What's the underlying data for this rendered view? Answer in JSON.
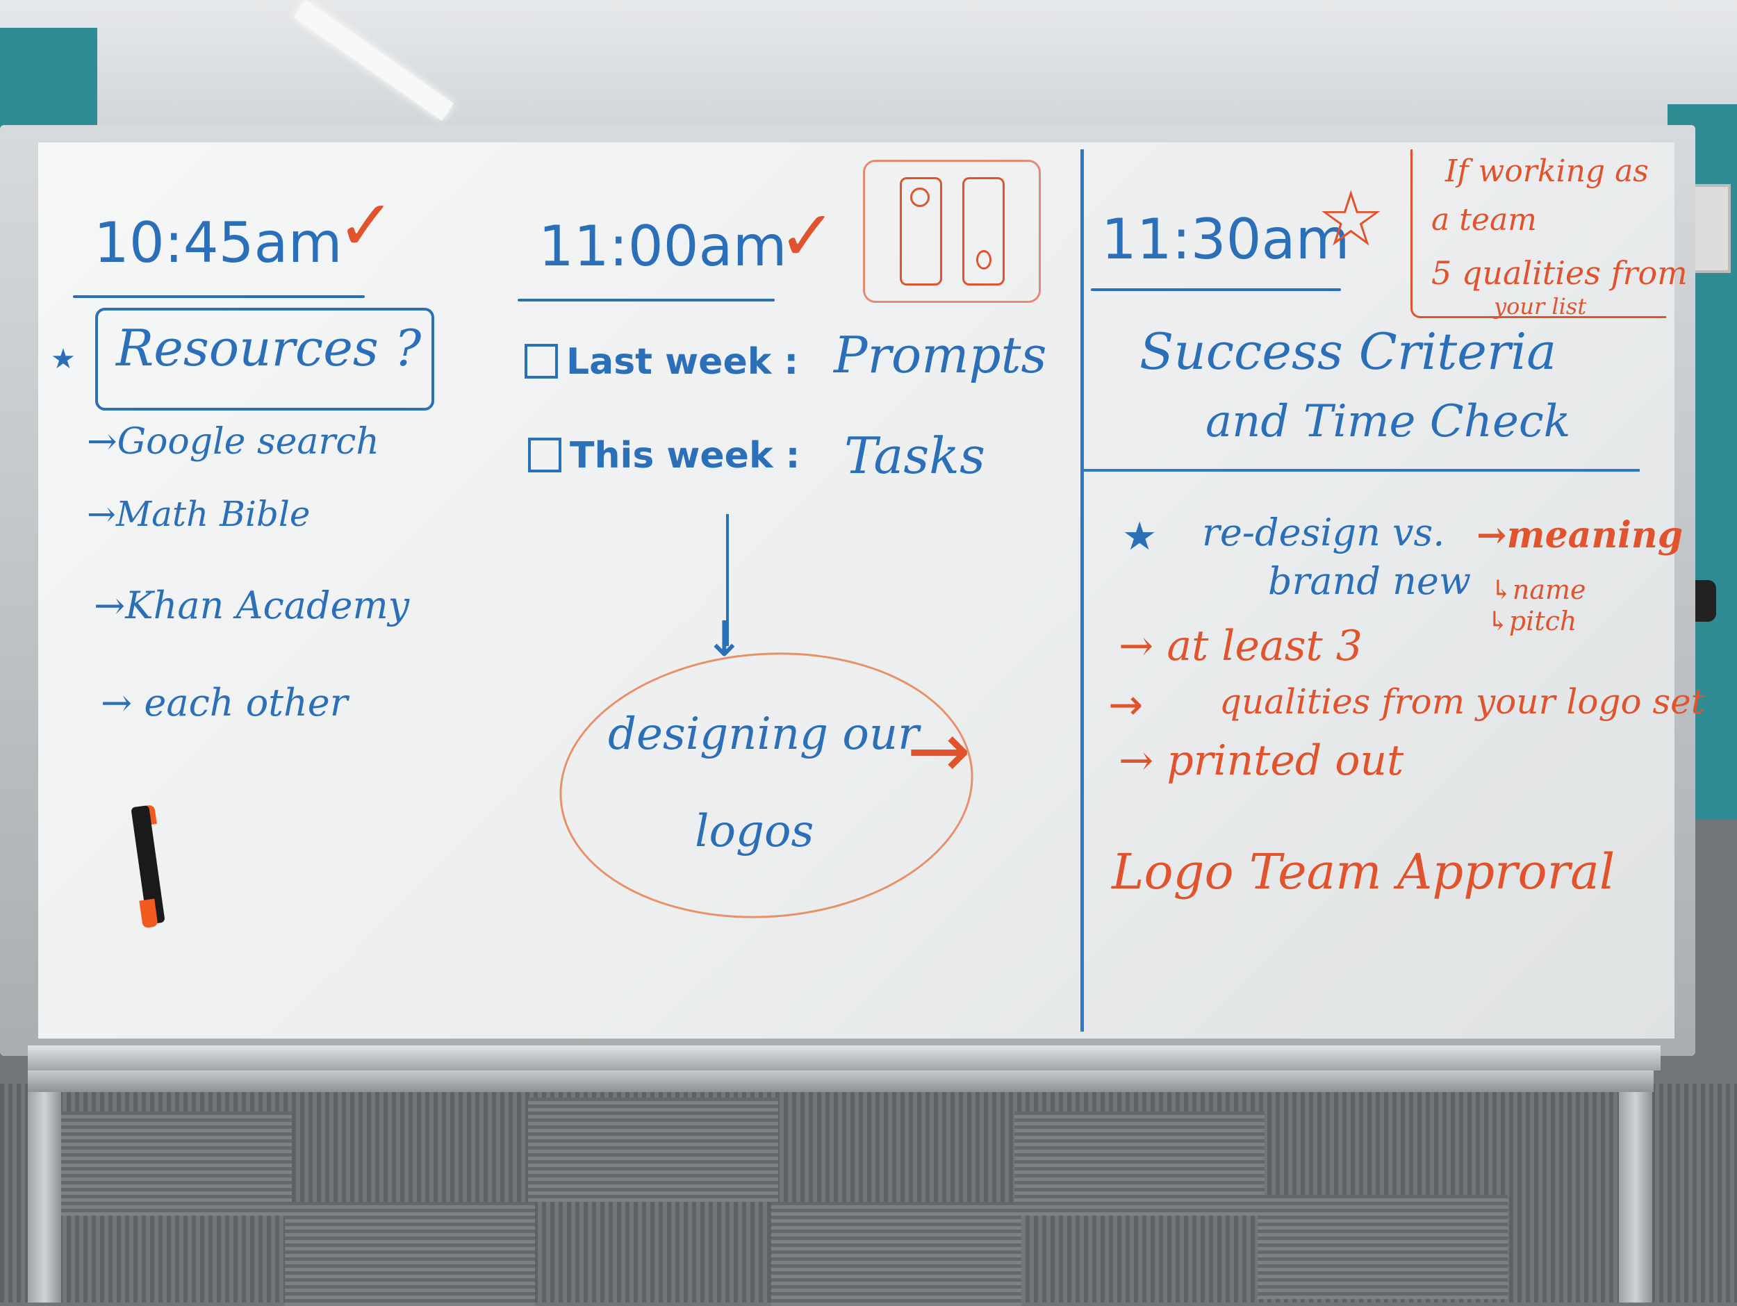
{
  "board": {
    "col1": {
      "time": "10:45am",
      "check": "✓",
      "star": "★",
      "title": "Resources ?",
      "items": [
        "→Google search",
        "→Math Bible",
        "→Khan Academy",
        "→ each other"
      ]
    },
    "col2": {
      "time": "11:00am",
      "check": "✓",
      "line1_label": "Last week :",
      "line1_value": "Prompts",
      "line2_label": "This week :",
      "line2_value": "Tasks",
      "oval_text_1": "designing our",
      "oval_text_2": "logos",
      "arrow_down": "↓",
      "arrow_right": "→"
    },
    "col3": {
      "time": "11:30am",
      "star": "☆",
      "team_note": [
        "If working as",
        "a team",
        "5 qualities from",
        "your list"
      ],
      "heading_1": "Success Criteria",
      "heading_2": "and Time Check",
      "item_star": "★",
      "redesign_1": "re-design vs.",
      "redesign_2": "brand new",
      "meaning": "→meaning",
      "sub_name": "↳name",
      "sub_pitch": "↳pitch",
      "at_least": "→ at least 3",
      "qualities": "qualities from your logo set",
      "arrow_blank": "→",
      "printed": "→ printed out",
      "approval": "Logo Team Approral"
    }
  },
  "colors": {
    "blue_marker": "#2a6fb8",
    "orange_marker": "#e0532d",
    "board": "#f2f3f3",
    "wall": "#2f8c95"
  }
}
